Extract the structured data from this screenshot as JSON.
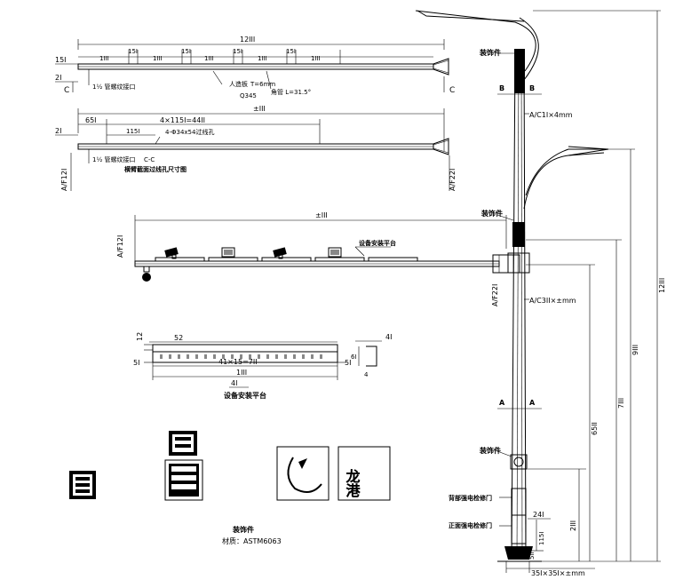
{
  "crossarm_top": {
    "total_length": "12ⅠⅠⅠ",
    "left_end": "15Ⅰ",
    "segment_small": "15Ⅰ",
    "segment_large": "1ⅠⅠⅠ",
    "offset": "2Ⅰ",
    "cable_port": "1½ 管螺纹接口",
    "weld_label": "人造板",
    "weld_thickness": "T=6mm",
    "material": "Q345",
    "slope": "角管 L=31.5°",
    "section_mark_left": "C",
    "section_mark_right": "C"
  },
  "crossarm_mid": {
    "total_length": "±ⅠⅠⅠ",
    "left_end": "65Ⅰ",
    "hole_spacing": "4×115Ⅰ=44ⅠⅠ",
    "offset": "2Ⅰ",
    "hole_pitch": "115Ⅰ",
    "holes": "4-Φ34x54过线孔",
    "cable_port": "1½ 管螺纹接口",
    "section": "C-C",
    "caption": "横臂截面过线孔尺寸图",
    "flange_left": "A/F12Ⅰ",
    "flange_right": "A/F22Ⅰ"
  },
  "crossarm_main": {
    "length": "±ⅠⅠⅠ",
    "flange_left": "A/F12Ⅰ",
    "flange_right": "A/F22Ⅰ",
    "platform_label": "设备安装平台"
  },
  "platform_detail": {
    "height": "12",
    "first_offset": "52",
    "hole_spacing": "41×15=7ⅠⅠ",
    "length": "1ⅠⅠⅠ",
    "left_margin": "5Ⅰ",
    "right_margin": "5Ⅰ",
    "bracket_width": "4Ⅰ",
    "bracket_height": "6Ⅰ",
    "width": "4Ⅰ",
    "caption": "设备安装平台"
  },
  "pole": {
    "decoration_top": "装饰件",
    "decoration_mid": "装饰件",
    "decoration_base": "装饰件",
    "section_b": "B",
    "section_a": "A",
    "diameter_upper": "A/C1Ⅰ×4mm",
    "diameter_lower": "A/C3ⅠⅠ×±mm",
    "back_door": "背部强电检修门",
    "front_door": "正面强电检修门",
    "door_width": "24Ⅰ",
    "door_height": "115Ⅰ",
    "door_bottom": "5ⅠⅠ",
    "door_total": "2ⅠⅠⅠ",
    "base_plate": "35Ⅰ×35Ⅰ×±mm",
    "height_6500": "65ⅠⅠ",
    "height_7000": "7ⅠⅠⅠ",
    "height_9000": "9ⅠⅠⅠ",
    "height_12000": "12ⅠⅠⅠ"
  },
  "ornament": {
    "name": "装饰件",
    "material_label": "材质：ASTM6063",
    "emblem_text": "龙港"
  }
}
